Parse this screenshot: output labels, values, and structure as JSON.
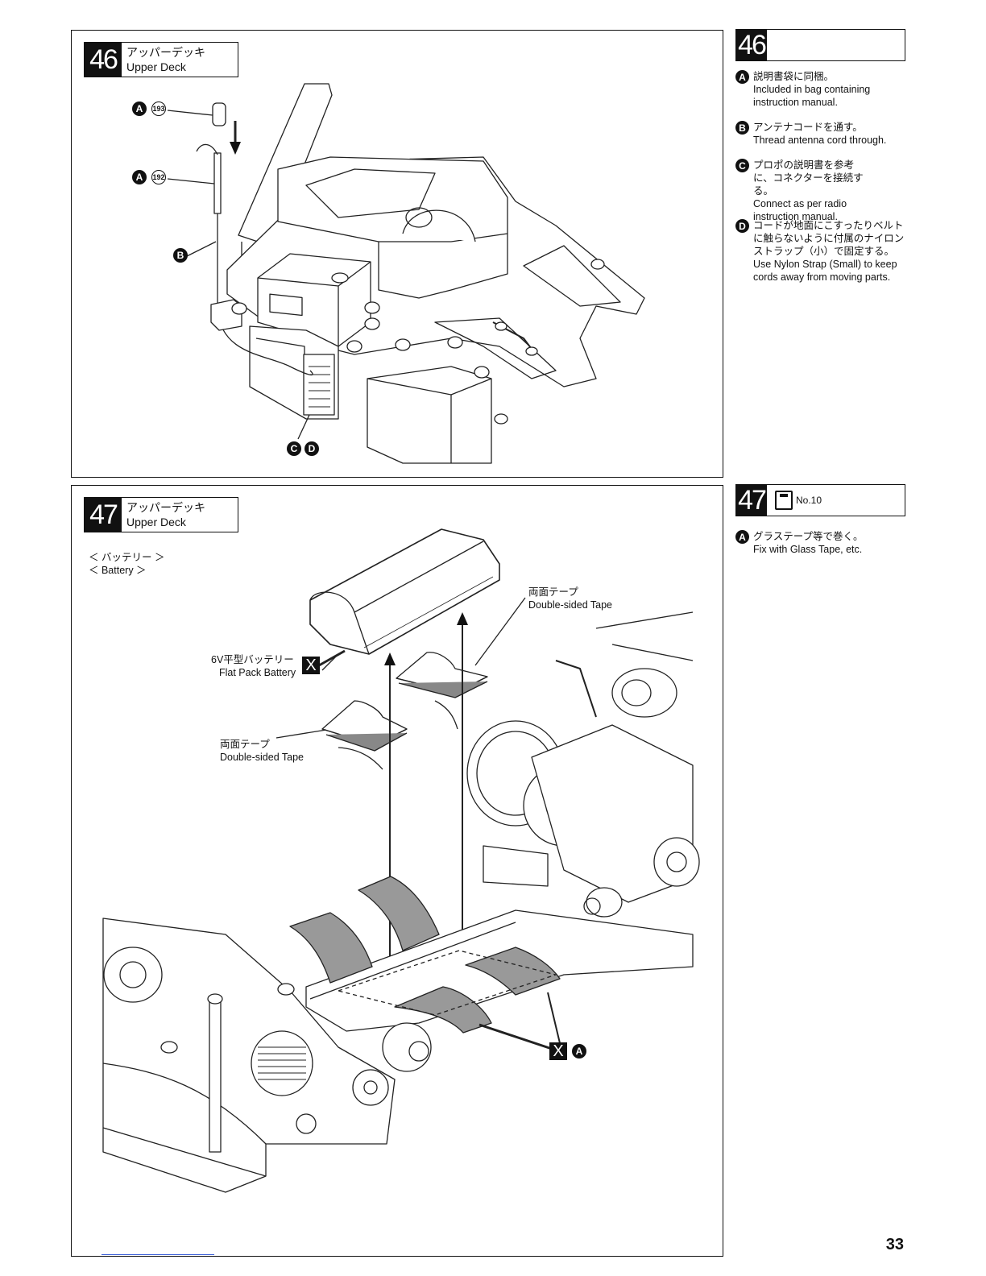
{
  "page_number": "33",
  "step46": {
    "number": "46",
    "title_jp": "アッパーデッキ",
    "title_en": "Upper Deck",
    "callouts": {
      "a1": "A",
      "part1": "193",
      "a2": "A",
      "part2": "192",
      "b": "B",
      "c": "C",
      "d": "D"
    },
    "side_number": "46",
    "notes": [
      {
        "badge": "A",
        "jp": "説明書袋に同梱。",
        "en": "Included in bag containing instruction manual."
      },
      {
        "badge": "B",
        "jp": "アンテナコードを通す。",
        "en": "Thread antenna cord through."
      },
      {
        "badge": "C",
        "jp": "プロポの説明書を参考に、コネクターを接続する。",
        "en": "Connect as per radio instruction manual."
      },
      {
        "badge": "D",
        "jp": "コードが地面にこすったりベルトに触らないように付属のナイロンストラップ（小）で固定する。",
        "en": "Use Nylon Strap (Small) to keep cords away from moving parts."
      }
    ]
  },
  "step47": {
    "number": "47",
    "title_jp": "アッパーデッキ",
    "title_en": "Upper Deck",
    "section_jp": "＜ バッテリー ＞",
    "section_en": "＜ Battery ＞",
    "labels": {
      "tape_top_jp": "両面テープ",
      "tape_top_en": "Double-sided Tape",
      "battery_jp": "6V平型バッテリー",
      "battery_en": "Flat Pack Battery",
      "tape_left_jp": "両面テープ",
      "tape_left_en": "Double-sided Tape",
      "x_mark": "X",
      "x_mark2": "X",
      "a_mark": "A"
    },
    "side_number": "47",
    "side_bag": "No.10",
    "notes": [
      {
        "badge": "A",
        "jp": "グラステープ等で巻く。",
        "en": "Fix with Glass Tape, etc."
      }
    ]
  }
}
